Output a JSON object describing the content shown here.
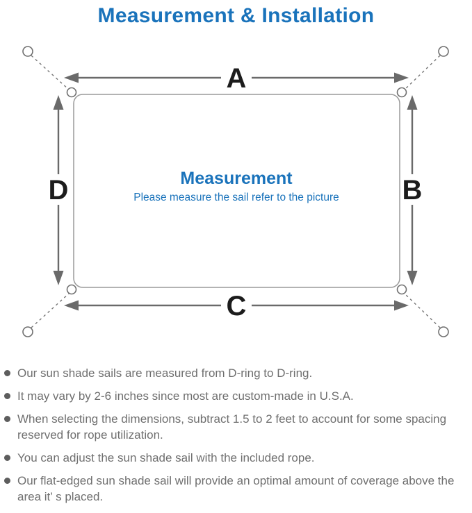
{
  "page": {
    "title": "Measurement & Installation"
  },
  "colors": {
    "accent_blue": "#1a73bb",
    "dimension_label_black": "#1c1c1c",
    "arrow_gray": "#6a6a6a",
    "sail_outline_gray": "#9a9a9a",
    "hardware_gray": "#757575",
    "note_text_gray": "#6f6f6f"
  },
  "diagram": {
    "labels": {
      "top": "A",
      "right": "B",
      "bottom": "C",
      "left": "D"
    },
    "center_title": "Measurement",
    "center_subtitle": "Please measure the sail refer to the picture"
  },
  "notes": {
    "items": [
      "Our sun shade sails are measured from D-ring to D-ring.",
      "It may vary by 2-6 inches since most are custom-made in U.S.A.",
      "When selecting the dimensions, subtract 1.5 to 2 feet to account for some spacing reserved for rope utilization.",
      "You can adjust the sun shade sail with the included rope.",
      "Our flat-edged sun shade sail will provide an optimal amount of coverage above the area it’ s placed."
    ]
  }
}
